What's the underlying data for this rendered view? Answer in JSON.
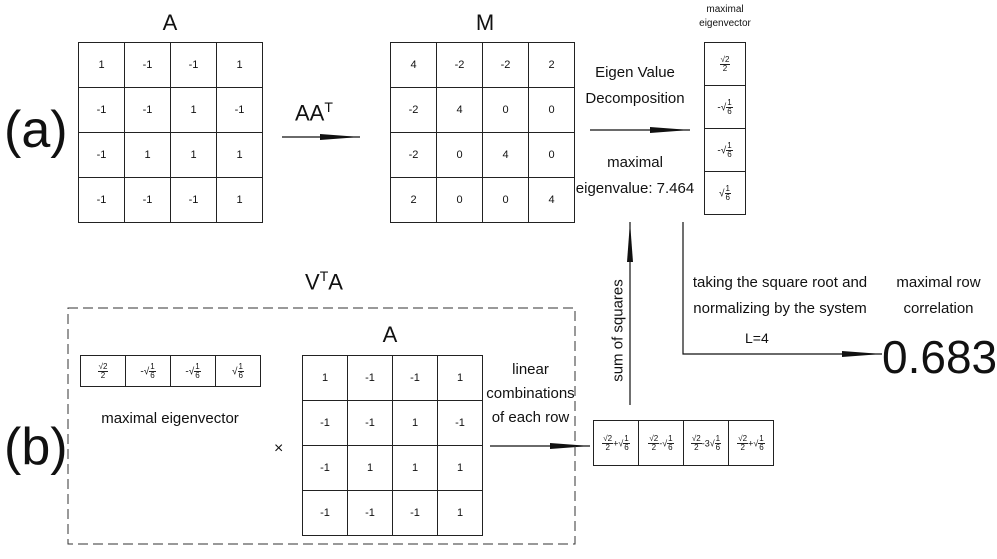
{
  "part_a": {
    "label": "(a)",
    "matrix_A": {
      "title": "A",
      "rows": [
        [
          "1",
          "-1",
          "-1",
          "1"
        ],
        [
          "-1",
          "-1",
          "1",
          "-1"
        ],
        [
          "-1",
          "1",
          "1",
          "1"
        ],
        [
          "-1",
          "-1",
          "-1",
          "1"
        ]
      ]
    },
    "op_label": "AA",
    "op_sup": "T",
    "matrix_M": {
      "title": "M",
      "rows": [
        [
          "4",
          "-2",
          "-2",
          "2"
        ],
        [
          "-2",
          "4",
          "0",
          "0"
        ],
        [
          "-2",
          "0",
          "4",
          "0"
        ],
        [
          "2",
          "0",
          "0",
          "4"
        ]
      ]
    },
    "evd_line1": "Eigen Value",
    "evd_line2": "Decomposition",
    "maxval_line1": "maximal",
    "maxval_line2": "eigenvalue: 7.464",
    "eigvec_title_1": "maximal",
    "eigvec_title_2": "eigenvector"
  },
  "part_b": {
    "label": "(b)",
    "vta": "V",
    "vta_sup": "T",
    "vta_tail": "A",
    "eigvec_caption": "maximal eigenvector",
    "times": "×",
    "matrix_A": {
      "title": "A",
      "rows": [
        [
          "1",
          "-1",
          "-1",
          "1"
        ],
        [
          "-1",
          "-1",
          "1",
          "-1"
        ],
        [
          "-1",
          "1",
          "1",
          "1"
        ],
        [
          "-1",
          "-1",
          "-1",
          "1"
        ]
      ]
    },
    "lin_line1": "linear",
    "lin_line2": "combinations",
    "lin_line3": "of each row",
    "sum_squares": "sum of squares"
  },
  "right": {
    "sqrt_line1": "taking the square root and",
    "sqrt_line2": "normalizing by the system",
    "L_label": "L=4",
    "corr_line1": "maximal row",
    "corr_line2": "correlation",
    "corr_value": "0.683"
  }
}
